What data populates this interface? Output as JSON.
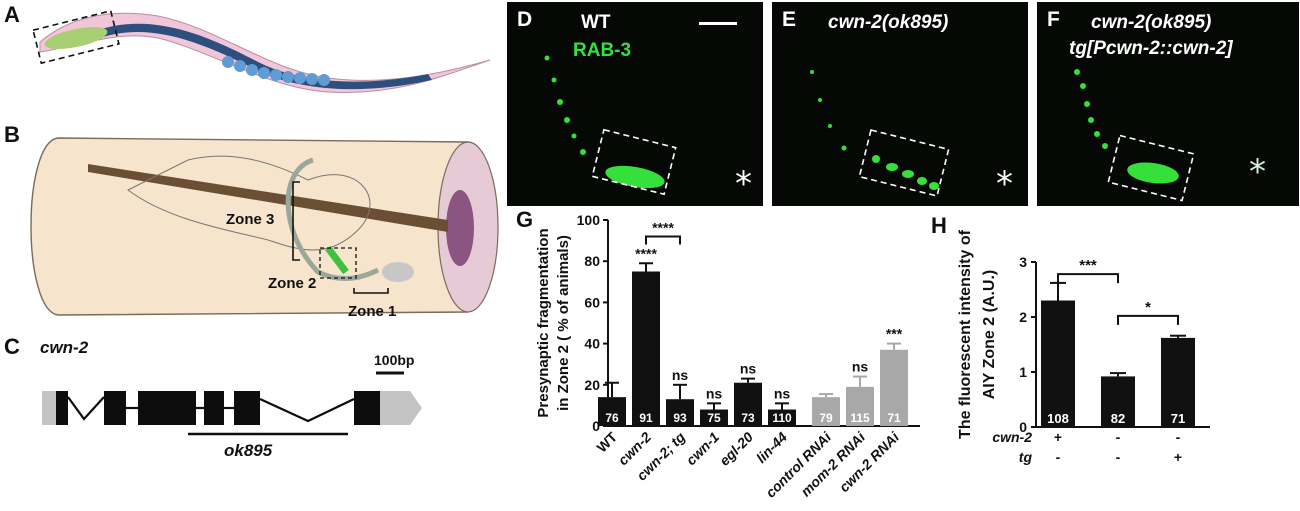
{
  "panels": {
    "A": {
      "letter": "A"
    },
    "B": {
      "letter": "B",
      "labels": {
        "zone3": "Zone 3",
        "zone2": "Zone 2",
        "zone1": "Zone 1"
      }
    },
    "C": {
      "letter": "C",
      "gene": "cwn-2",
      "scale": "100bp",
      "allele": "ok895"
    },
    "D": {
      "letter": "D",
      "genotype": "WT",
      "marker": "RAB-3",
      "asterisk": "*"
    },
    "E": {
      "letter": "E",
      "genotype": "cwn-2(ok895)",
      "asterisk": "*"
    },
    "F": {
      "letter": "F",
      "genotype_line1": "cwn-2(ok895)",
      "genotype_line2": "tg[Pcwn-2::cwn-2]",
      "asterisk": "*"
    },
    "G": {
      "letter": "G"
    },
    "H": {
      "letter": "H"
    }
  },
  "colors": {
    "black_bar": "#111111",
    "gray_bar": "#a8a8a8",
    "rab3_green": "#35e03a",
    "exon_black": "#0d0d0d",
    "utr_gray": "#c4c4c4"
  },
  "chart_data": [
    {
      "id": "G",
      "type": "bar",
      "ylabel": "Presynaptic  fragmentation in Zone 2 ( % of animals)",
      "ylim": [
        0,
        100
      ],
      "yticks": [
        0,
        20,
        40,
        60,
        80,
        100
      ],
      "categories": [
        "WT",
        "cwn-2",
        "cwn-2; tg",
        "cwn-1",
        "egl-20",
        "lin-44",
        "control RNAi",
        "mom-2 RNAi",
        "cwn-2 RNAi"
      ],
      "values": [
        14,
        75,
        13,
        8,
        21,
        8,
        14,
        19,
        37
      ],
      "errors": [
        7,
        4,
        7,
        3,
        2,
        3,
        1.5,
        5,
        3
      ],
      "n": [
        "76",
        "91",
        "93",
        "75",
        "73",
        "110",
        "79",
        "115",
        "71"
      ],
      "bar_colors": [
        "black",
        "black",
        "black",
        "black",
        "black",
        "black",
        "gray",
        "gray",
        "gray"
      ],
      "significance": [
        "",
        "****",
        "ns",
        "ns",
        "ns",
        "ns",
        "",
        "ns",
        "***"
      ],
      "bracket": {
        "from": 1,
        "to": 2,
        "label": "****"
      }
    },
    {
      "id": "H",
      "type": "bar",
      "ylabel": "The fluorescent intensity of AIY Zone 2 (A.U.)",
      "ylim": [
        0,
        3
      ],
      "yticks": [
        0,
        1,
        2,
        3
      ],
      "categories": [
        "1",
        "2",
        "3"
      ],
      "values": [
        2.3,
        0.92,
        1.62
      ],
      "errors": [
        0.32,
        0.06,
        0.04
      ],
      "n": [
        "108",
        "82",
        "71"
      ],
      "row_labels": {
        "cwn2": "cwn-2",
        "tg": "tg"
      },
      "cwn2_row": [
        "+",
        "-",
        "-"
      ],
      "tg_row": [
        "-",
        "-",
        "+"
      ],
      "brackets": [
        {
          "from": 0,
          "to": 1,
          "label": "***"
        },
        {
          "from": 1,
          "to": 2,
          "label": "*"
        }
      ]
    }
  ]
}
